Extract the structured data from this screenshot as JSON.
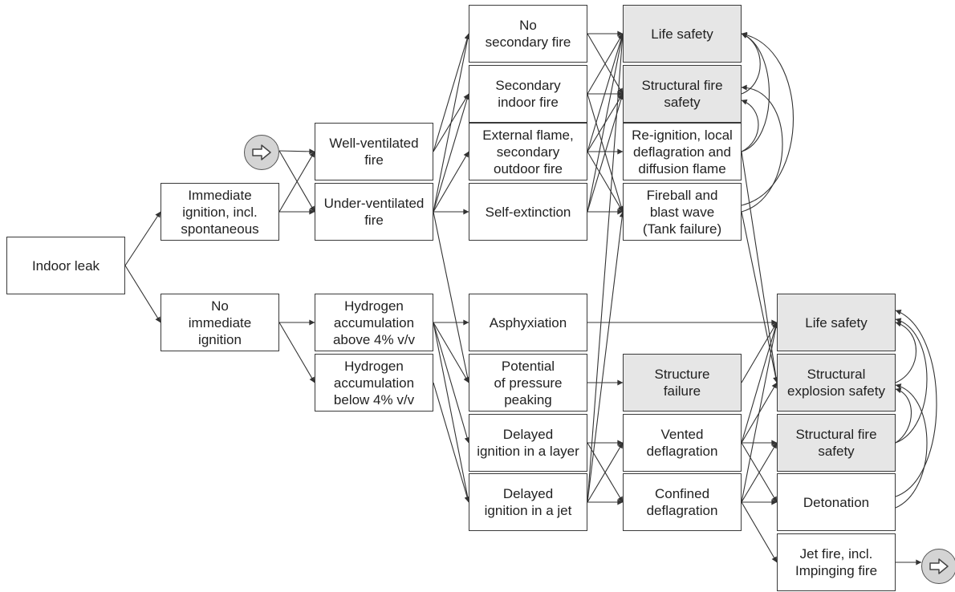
{
  "nodes": {
    "indoor_leak": "Indoor leak",
    "immediate_ignition": "Immediate\nignition, incl.\nspontaneous",
    "no_immediate_ignition": "No\nimmediate\nignition",
    "well_ventilated": "Well-ventilated\nfire",
    "under_ventilated": "Under-ventilated\nfire",
    "h2_above": "Hydrogen\naccumulation\nabove 4% v/v",
    "h2_below": "Hydrogen\naccumulation\nbelow 4% v/v",
    "no_secondary": "No\nsecondary fire",
    "secondary_indoor": "Secondary\nindoor fire",
    "external_flame": "External flame,\nsecondary\noutdoor fire",
    "self_extinction": "Self-extinction",
    "asphyxiation": "Asphyxiation",
    "pressure_peaking": "Potential\nof pressure\npeaking",
    "delayed_layer": "Delayed\nignition in a layer",
    "delayed_jet": "Delayed\nignition in a jet",
    "life_safety_1": "Life safety",
    "structural_fire_1": "Structural fire\nsafety",
    "reignition": "Re-ignition, local\ndeflagration and\ndiffusion flame",
    "fireball": "Fireball and\nblast wave\n(Tank failure)",
    "structure_failure": "Structure\nfailure",
    "vented_deflagration": "Vented\ndeflagration",
    "confined_deflagration": "Confined\ndeflagration",
    "life_safety_2": "Life safety",
    "structural_explosion": "Structural\nexplosion safety",
    "structural_fire_2": "Structural fire\nsafety",
    "detonation": "Detonation",
    "jet_fire": "Jet fire, incl.\nImpinging fire"
  },
  "icons": {
    "start": "arrow-right-icon",
    "end": "arrow-right-icon"
  },
  "colors": {
    "line": "#333333",
    "grey_fill": "#e6e6e6",
    "circle_fill": "#d4d4d4"
  }
}
